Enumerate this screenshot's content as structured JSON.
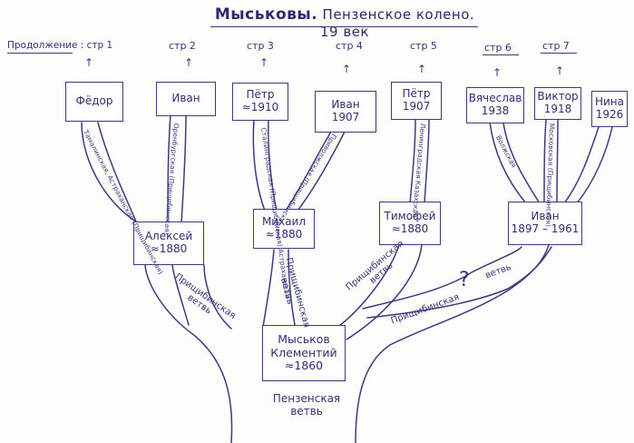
{
  "title": {
    "first_word": "Мыськовы.",
    "rest": "Пензенское колено. 19 век"
  },
  "continuation": {
    "label": "Продолжение : стр 1"
  },
  "pages": [
    "стр 2",
    "стр 3",
    "стр 4",
    "стр 5",
    "стр 6",
    "стр 7"
  ],
  "people": {
    "fedor": {
      "name": "Фёдор"
    },
    "ivan1": {
      "name": "Иван"
    },
    "petr1": {
      "name": "Пётр",
      "year": "≈1910"
    },
    "ivan2": {
      "name": "Иван",
      "year": "1907"
    },
    "petr2": {
      "name": "Пётр",
      "year": "1907"
    },
    "vyacheslav": {
      "name": "Вячеслав",
      "year": "1938"
    },
    "viktor": {
      "name": "Виктор",
      "year": "1918"
    },
    "nina": {
      "name": "Нина",
      "year": "1926"
    },
    "aleksey": {
      "name": "Алексей",
      "year": "≈1880"
    },
    "mikhail": {
      "name": "Михаил",
      "year": "≈1880"
    },
    "timofey": {
      "name": "Тимофей",
      "year": "≈1880"
    },
    "ivan3": {
      "name": "Иван",
      "year": "1897 – 1961"
    },
    "kliment": {
      "surname": "Мыськов",
      "name": "Клементий",
      "year": "≈1860"
    }
  },
  "branches": {
    "fedor_branch": "Тамалинская, Астраханская (Прищибинская)",
    "ivan1_branch": "Оренбургская (Прищибинская)",
    "petr1_branch": "Сталинградская (Прищибинская) Астраханская",
    "ivan2_branch": "Приволжская (Прищибинская)",
    "petr2_branch": "Ленинградская Казахская",
    "vyacheslav_branch": "Волжская",
    "viktor_branch": "Московская (Прищибинская)",
    "left_main": "Прищибинская ветвь",
    "mikhail_main": "Прищибинская ветвь",
    "timofey_main": "Прищибинская ветвь",
    "right_main": "Прищибинская",
    "right_main_2": "ветвь",
    "question": "?",
    "trunk": "Пензенская ветвь"
  }
}
